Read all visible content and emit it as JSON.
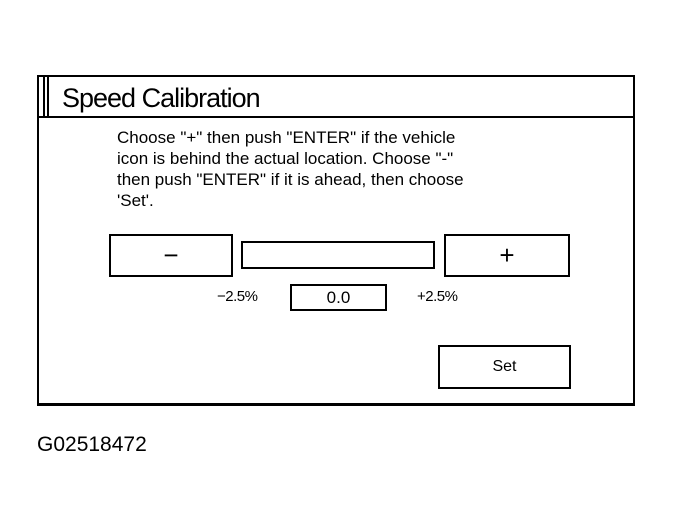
{
  "window": {
    "title": "Speed Calibration"
  },
  "instructions": "Choose \"+\" then push \"ENTER\" if the vehicle\nicon is behind the actual location. Choose \"-\"\nthen push \"ENTER\" if it is ahead, then choose\n'Set'.",
  "controls": {
    "minus_label": "−",
    "plus_label": "+",
    "range_min": "−2.5%",
    "range_max": "+2.5%",
    "value": "0.0",
    "set_label": "Set"
  },
  "figure_id": "G02518472"
}
